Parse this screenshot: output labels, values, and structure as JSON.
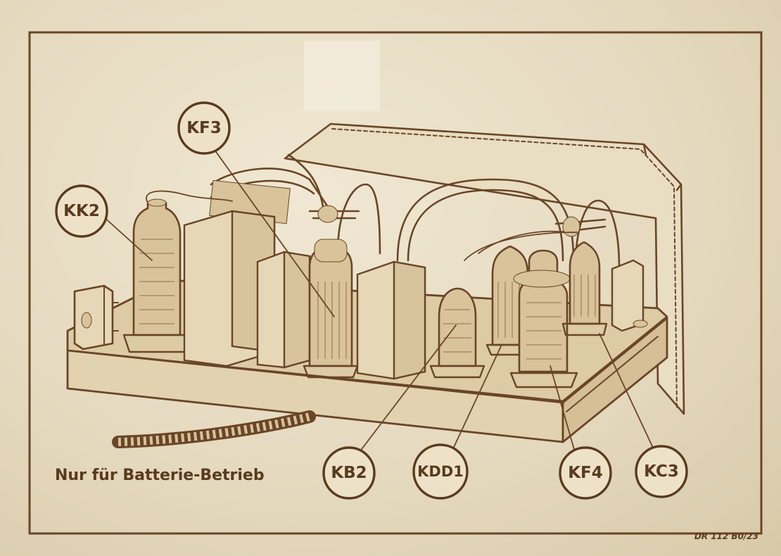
{
  "callouts": [
    {
      "id": "kf3",
      "label": "KF3"
    },
    {
      "id": "kk2",
      "label": "KK2"
    },
    {
      "id": "kb2",
      "label": "KB2"
    },
    {
      "id": "kdd1",
      "label": "KDD1"
    },
    {
      "id": "kf4",
      "label": "KF4"
    },
    {
      "id": "kc3",
      "label": "KC3"
    }
  ],
  "caption": "Nur für Batterie-Betrieb",
  "print_code": "DR 112 B0/23",
  "colors": {
    "ink": "#6a4526",
    "paper": "#e7dcc2",
    "label": "#5a3a1e"
  }
}
